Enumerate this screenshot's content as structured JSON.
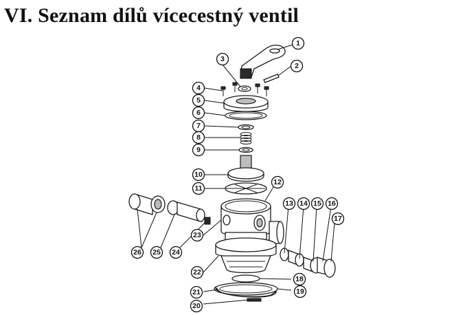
{
  "title": "VI. Seznam dílů vícecestný ventil",
  "callouts": [
    "1",
    "2",
    "3",
    "4",
    "5",
    "6",
    "7",
    "8",
    "9",
    "10",
    "11",
    "12",
    "13",
    "14",
    "15",
    "16",
    "17",
    "18",
    "19",
    "20",
    "21",
    "22",
    "23",
    "24",
    "25",
    "26"
  ]
}
